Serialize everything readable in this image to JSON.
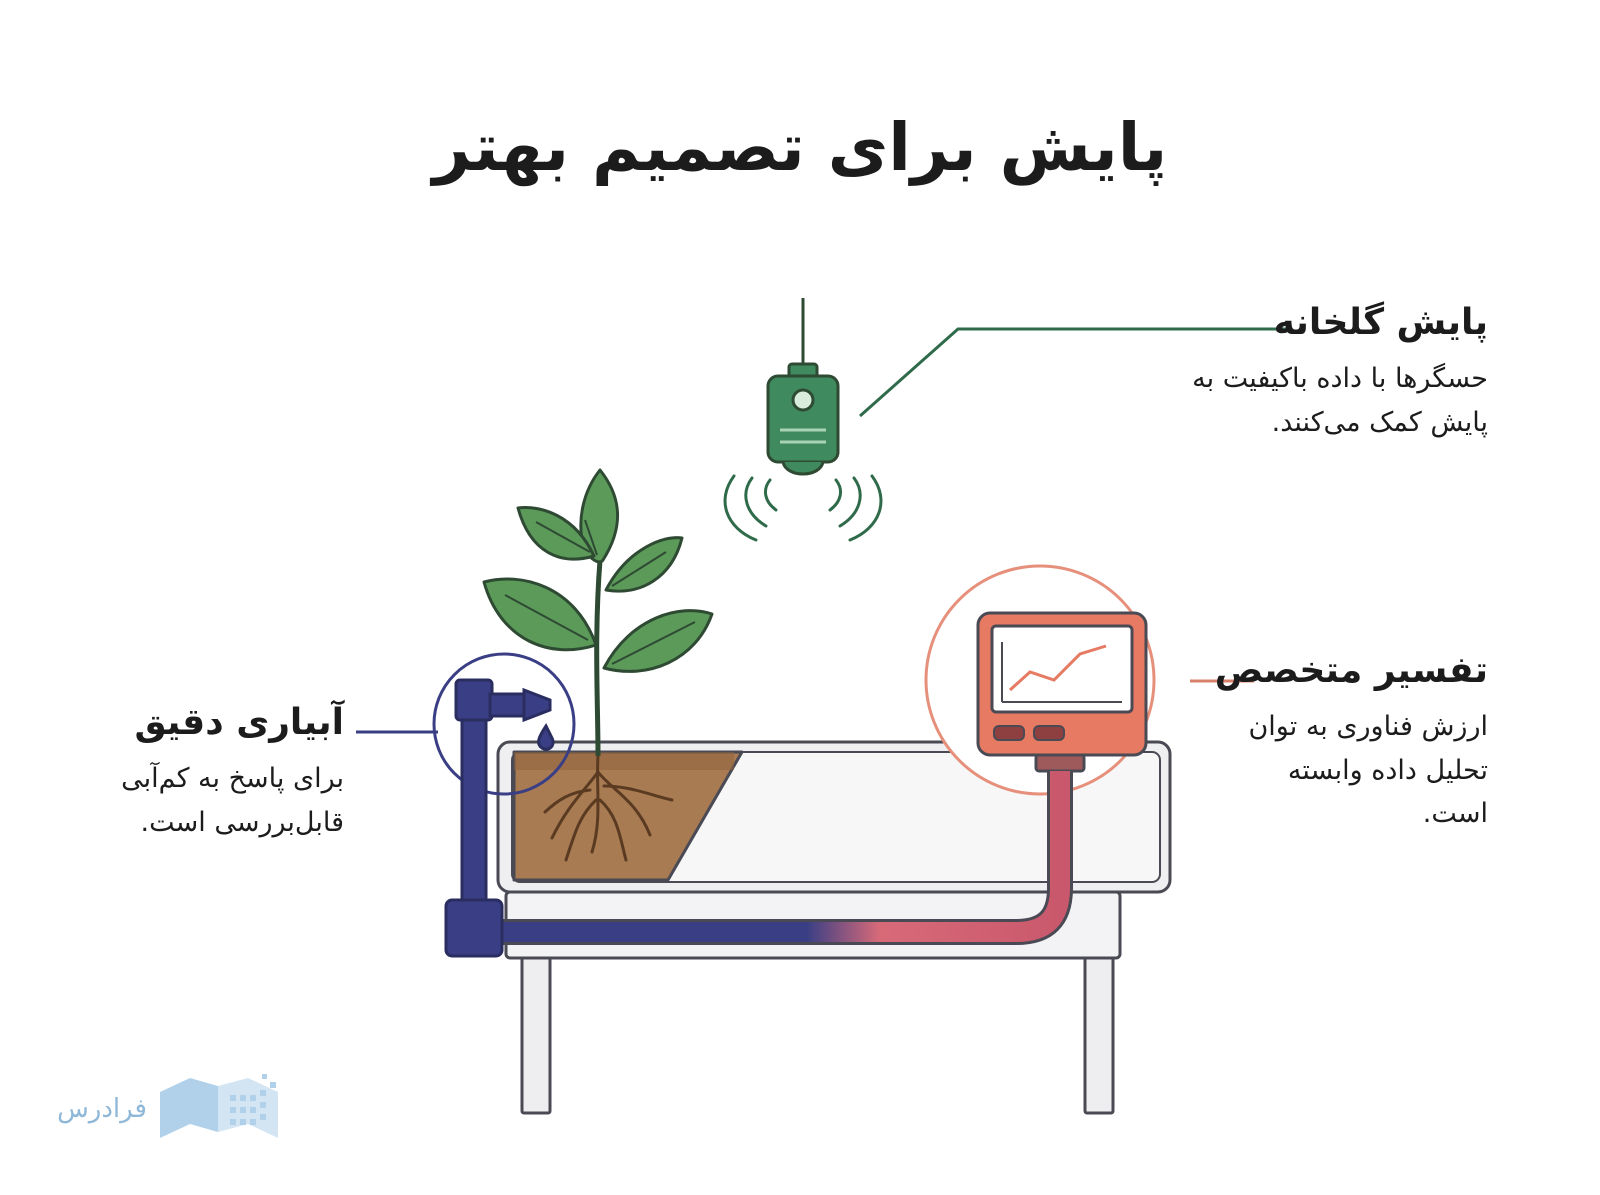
{
  "title": "پایش برای تصمیم بهتر",
  "callouts": {
    "monitoring": {
      "heading": "پایش گلخانه",
      "line1": "حسگرها با داده باکیفیت به",
      "line2": "پایش کمک می‌کنند."
    },
    "expert": {
      "heading": "تفسیر متخصص",
      "line1": "ارزش فناوری به توان",
      "line2": "تحلیل داده وابسته",
      "line3": "است."
    },
    "irrigation": {
      "heading": "آبیاری دقیق",
      "line1": "برای پاسخ به کم‌آبی",
      "line2": "قابل‌بررسی است."
    }
  },
  "logo": {
    "text": "فرادرس"
  },
  "colors": {
    "leaf": "#5c9a5a",
    "sensor": "#3f8a5f",
    "soil": "#a87b52",
    "pipe": "#3a3f85",
    "monitor": "#e67a62",
    "connector": "#2f6b4a"
  }
}
